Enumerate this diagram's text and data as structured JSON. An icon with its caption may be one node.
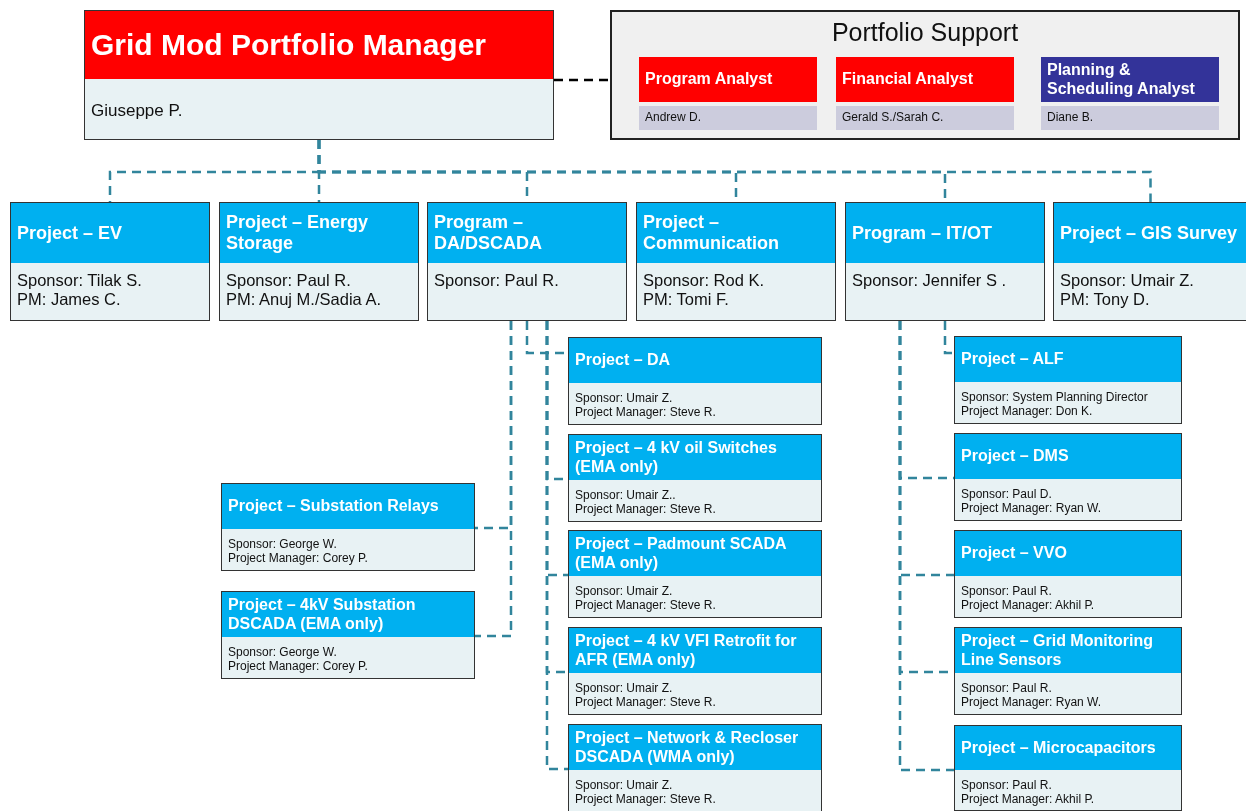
{
  "diagram": {
    "nodes": [
      {
        "text": [
          "Grid Mod Portfolio Manager",
          "Giuseppe P."
        ]
      },
      {
        "text": [
          "Portfolio Support"
        ]
      },
      {
        "text": [
          "Program Analyst",
          "Andrew D."
        ],
        "in": 1
      },
      {
        "text": [
          "Financial Analyst",
          "Gerald S./Sarah C."
        ],
        "in": 1
      },
      {
        "text": [
          "Planning & Scheduling Analyst",
          "Diane B."
        ],
        "in": 1
      },
      {
        "text": [
          "Project – EV",
          "Sponsor: Tilak S.",
          "PM: James C."
        ]
      },
      {
        "text": [
          "Project – Energy Storage",
          "Sponsor: Paul R.",
          "PM: Anuj M./Sadia A."
        ]
      },
      {
        "text": [
          "Program – DA/DSCADA",
          "Sponsor: Paul R."
        ]
      },
      {
        "text": [
          "Project – Communication",
          "Sponsor: Rod K.",
          "PM: Tomi F."
        ]
      },
      {
        "text": [
          "Program – IT/OT",
          "Sponsor: Jennifer S ."
        ]
      },
      {
        "text": [
          "Project – GIS Survey",
          "Sponsor: Umair Z.",
          "PM: Tony D."
        ]
      },
      {
        "text": [
          "Project – DA",
          "Sponsor: Umair Z.",
          "Project Manager: Steve R."
        ]
      },
      {
        "text": [
          "Project – 4 kV oil Switches (EMA only)",
          "Sponsor: Umair Z..",
          "Project Manager: Steve R."
        ]
      },
      {
        "text": [
          "Project – Padmount SCADA (EMA only)",
          "Sponsor: Umair Z.",
          "Project Manager: Steve R."
        ]
      },
      {
        "text": [
          "Project – 4 kV VFI Retrofit for AFR (EMA only)",
          "Sponsor: Umair Z.",
          "Project Manager: Steve R."
        ]
      },
      {
        "text": [
          "Project – Network & Recloser DSCADA (WMA only)",
          "Sponsor: Umair Z.",
          "Project Manager: Steve R."
        ]
      },
      {
        "text": [
          "Project – Substation Relays",
          "Sponsor: George W.",
          "Project Manager: Corey P."
        ]
      },
      {
        "text": [
          "Project – 4kV Substation DSCADA (EMA only)",
          "Sponsor: George W.",
          "Project Manager: Corey P."
        ]
      },
      {
        "text": [
          "Project – ALF",
          "Sponsor: System Planning Director",
          "Project Manager: Don K."
        ]
      },
      {
        "text": [
          "Project – DMS",
          "Sponsor: Paul D.",
          "Project Manager: Ryan W."
        ]
      },
      {
        "text": [
          "Project – VVO",
          "Sponsor: Paul R.",
          "Project Manager: Akhil P."
        ]
      },
      {
        "text": [
          "Project – Grid Monitoring Line Sensors",
          "Sponsor: Paul R.",
          "Project Manager: Ryan W."
        ]
      },
      {
        "text": [
          "Project – Microcapacitors",
          "Sponsor: Paul R.",
          "Project Manager: Akhil P."
        ]
      }
    ],
    "edges": [
      {
        "from": 0,
        "to": 1,
        "arrow": "none",
        "style": "dashed",
        "color": "#000000"
      },
      {
        "from": 0,
        "to": 5,
        "arrow": "none",
        "style": "dashed"
      },
      {
        "from": 0,
        "to": 6,
        "arrow": "none",
        "style": "dashed"
      },
      {
        "from": 0,
        "to": 7,
        "arrow": "none",
        "style": "dashed"
      },
      {
        "from": 0,
        "to": 8,
        "arrow": "none",
        "style": "dashed"
      },
      {
        "from": 0,
        "to": 9,
        "arrow": "none",
        "style": "dashed"
      },
      {
        "from": 0,
        "to": 10,
        "arrow": "none",
        "style": "dashed"
      },
      {
        "from": 7,
        "to": 11,
        "arrow": "none",
        "style": "dashed"
      },
      {
        "from": 7,
        "to": 12,
        "arrow": "none",
        "style": "dashed"
      },
      {
        "from": 7,
        "to": 13,
        "arrow": "none",
        "style": "dashed"
      },
      {
        "from": 7,
        "to": 14,
        "arrow": "none",
        "style": "dashed"
      },
      {
        "from": 7,
        "to": 15,
        "arrow": "none",
        "style": "dashed"
      },
      {
        "from": 7,
        "to": 16,
        "arrow": "none",
        "style": "dashed"
      },
      {
        "from": 7,
        "to": 17,
        "arrow": "none",
        "style": "dashed"
      },
      {
        "from": 9,
        "to": 18,
        "arrow": "none",
        "style": "dashed"
      },
      {
        "from": 9,
        "to": 19,
        "arrow": "none",
        "style": "dashed"
      },
      {
        "from": 9,
        "to": 20,
        "arrow": "none",
        "style": "dashed"
      },
      {
        "from": 9,
        "to": 21,
        "arrow": "none",
        "style": "dashed"
      },
      {
        "from": 9,
        "to": 22,
        "arrow": "none",
        "style": "dashed"
      }
    ]
  }
}
